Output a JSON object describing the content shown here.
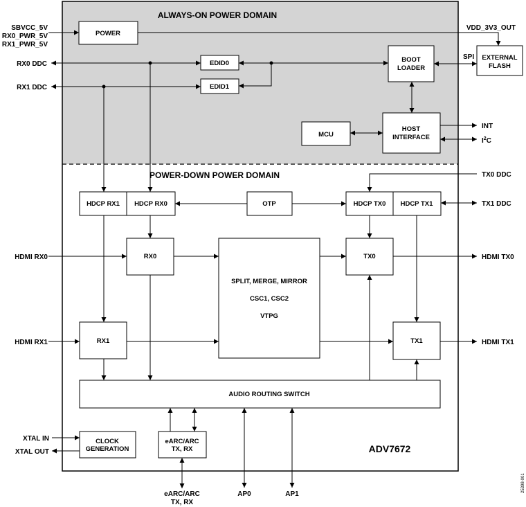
{
  "domains": {
    "always_on": "ALWAYS-ON POWER DOMAIN",
    "power_down": "POWER-DOWN POWER DOMAIN"
  },
  "chip_name": "ADV7672",
  "blocks": {
    "power": "POWER",
    "edid0": "EDID0",
    "edid1": "EDID1",
    "boot_loader": [
      "BOOT",
      "LOADER"
    ],
    "external_flash": [
      "EXTERNAL",
      "FLASH"
    ],
    "mcu": "MCU",
    "host_interface": [
      "HOST",
      "INTERFACE"
    ],
    "hdcp_rx1": "HDCP RX1",
    "hdcp_rx0": "HDCP RX0",
    "otp": "OTP",
    "hdcp_tx0": "HDCP TX0",
    "hdcp_tx1": "HDCP TX1",
    "rx0": "RX0",
    "rx1": "RX1",
    "tx0": "TX0",
    "tx1": "TX1",
    "processing": [
      "SPLIT, MERGE, MIRROR",
      "CSC1, CSC2",
      "VTPG"
    ],
    "audio_switch": "AUDIO ROUTING SWITCH",
    "clock_gen": [
      "CLOCK",
      "GENERATION"
    ],
    "earc": [
      "eARC/ARC",
      "TX, RX"
    ]
  },
  "signals": {
    "sbvcc": "SBVCC_5V",
    "rx0_pwr": "RX0_PWR_5V",
    "rx1_pwr": "RX1_PWR_5V",
    "rx0_ddc": "RX0 DDC",
    "rx1_ddc": "RX1 DDC",
    "vdd_out": "VDD_3V3_OUT",
    "spi": "SPI",
    "int": "INT",
    "i2c": "I",
    "i2c_sup": "2",
    "i2c_tail": "C",
    "tx0_ddc": "TX0 DDC",
    "tx1_ddc": "TX1 DDC",
    "hdmi_rx0": "HDMI RX0",
    "hdmi_rx1": "HDMI RX1",
    "hdmi_tx0": "HDMI TX0",
    "hdmi_tx1": "HDMI TX1",
    "xtal_in": "XTAL IN",
    "xtal_out": "XTAL OUT",
    "earc_pin": [
      "eARC/ARC",
      "TX, RX"
    ],
    "ap0": "AP0",
    "ap1": "AP1"
  },
  "figure_id": "25398-001"
}
